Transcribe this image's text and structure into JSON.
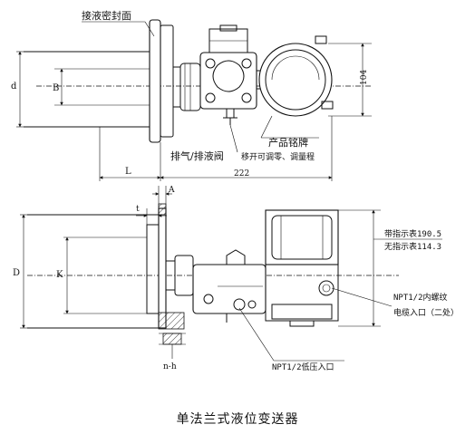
{
  "title": "单法兰式液位变送器",
  "labels": {
    "seal_face": "接液密封面",
    "nameplate": "产品铭牌",
    "nameplate_note": "移开可调零、调量程",
    "vent_drain": "排气/排液阀",
    "with_indicator": "带指示表190.5",
    "without_indicator": "无指示表114.3",
    "conduit_thread": "NPT1/2内螺纹",
    "conduit_entry": "电缆入口（二处）",
    "low_pressure_port": "NPT1/2低压入口"
  },
  "dimensions": {
    "d": "d",
    "B": "B",
    "L": "L",
    "overall_length": "222",
    "height_104": "104",
    "A": "A",
    "t": "t",
    "D": "D",
    "K": "K",
    "n_h": "n-h"
  }
}
